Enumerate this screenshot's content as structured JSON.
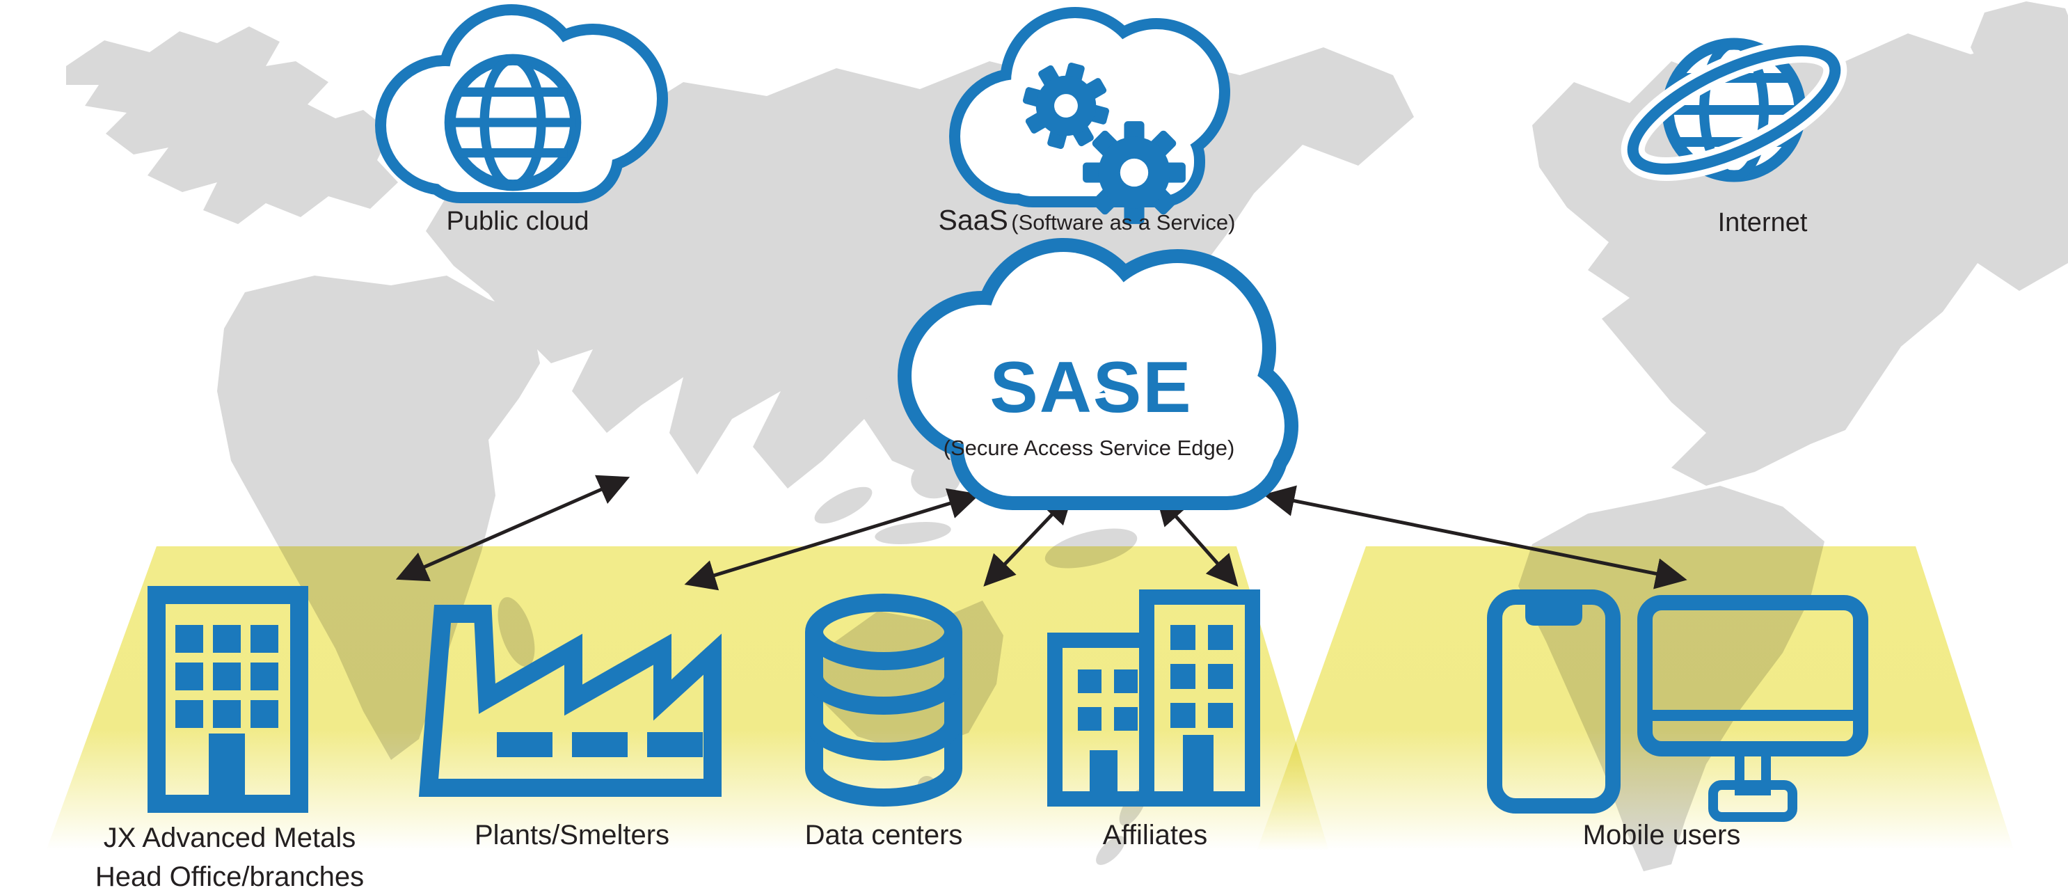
{
  "colors": {
    "brand_blue": "#1b79bc",
    "map_gray": "#d9d9d9",
    "zone_yellow": "#f2ec8b",
    "text_black": "#231f20",
    "arrow_black": "#231f20"
  },
  "clouds": {
    "public_cloud": {
      "label": "Public cloud"
    },
    "saas": {
      "label": "SaaS",
      "sublabel": "(Software as a Service)"
    },
    "internet": {
      "label": "Internet"
    },
    "sase": {
      "label": "SASE",
      "sublabel": "(Secure Access Service Edge)"
    }
  },
  "sites": {
    "head_office": {
      "label_line1": "JX Advanced Metals",
      "label_line2": "Head Office/branches"
    },
    "plants": {
      "label": "Plants/Smelters"
    },
    "data_centers": {
      "label": "Data centers"
    },
    "affiliates": {
      "label": "Affiliates"
    },
    "mobile_users": {
      "label": "Mobile users"
    }
  },
  "icons": {
    "public_cloud": "cloud-globe-icon",
    "saas": "cloud-gears-icon",
    "internet": "globe-orbit-icon",
    "sase": "cloud-icon",
    "head_office": "office-building-icon",
    "plants": "factory-icon",
    "data_centers": "database-cylinder-icon",
    "affiliates": "twin-buildings-icon",
    "mobile_users": "smartphone-and-desktop-icon"
  },
  "connections": [
    {
      "from": "SASE",
      "to": "JX Advanced Metals Head Office/branches",
      "type": "bidirectional-arrow"
    },
    {
      "from": "SASE",
      "to": "Plants/Smelters",
      "type": "bidirectional-arrow"
    },
    {
      "from": "SASE",
      "to": "Data centers",
      "type": "bidirectional-arrow"
    },
    {
      "from": "SASE",
      "to": "Affiliates",
      "type": "bidirectional-arrow"
    },
    {
      "from": "SASE",
      "to": "Mobile users",
      "type": "bidirectional-arrow"
    }
  ]
}
